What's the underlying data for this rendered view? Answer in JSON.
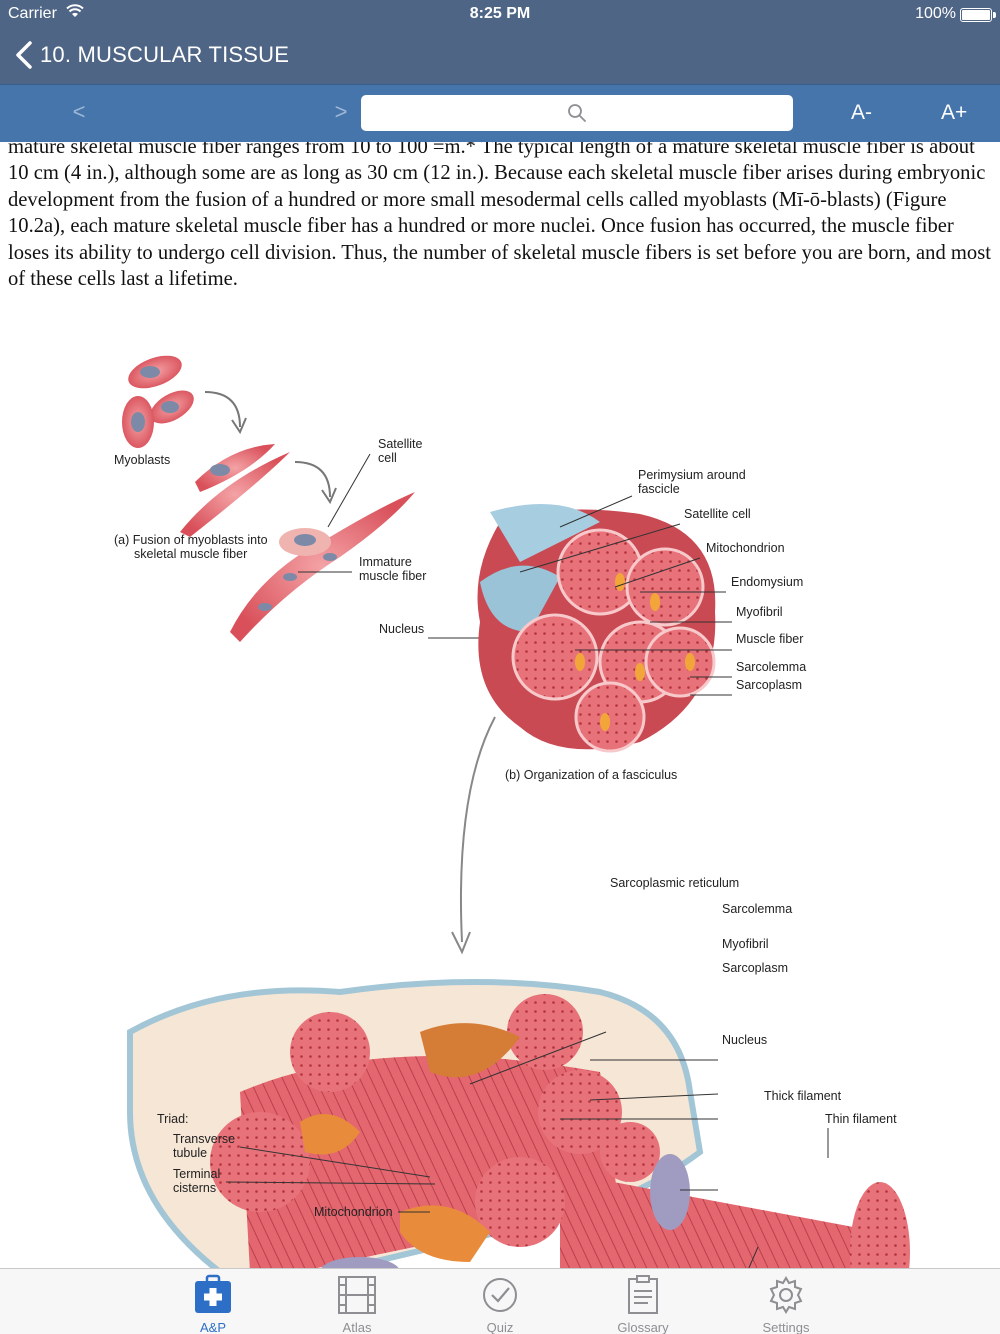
{
  "status_bar": {
    "carrier": "Carrier",
    "time": "8:25 PM",
    "battery": "100%"
  },
  "nav": {
    "title": "10. MUSCULAR TISSUE"
  },
  "toolbar": {
    "prev": "<",
    "next": ">",
    "search_placeholder": "",
    "font_smaller": "A-",
    "font_larger": "A+"
  },
  "content": {
    "paragraph": "mature skeletal muscle fiber ranges from 10 to 100 =m.* The typical length of a mature skeletal muscle fiber is about 10 cm (4 in.), although some are as long as 30 cm (12 in.). Because each skeletal muscle fiber arises during embryonic development from the fusion of a hundred or more small mesodermal cells called myoblasts (Mī-ō-blasts) (Figure 10.2a), each mature skeletal muscle fiber has a hundred or more nuclei. Once fusion has occurred, the muscle fiber loses its ability to undergo cell division. Thus, the number of skeletal muscle fibers is set before you are born, and most of these cells last a lifetime."
  },
  "figure": {
    "myoblasts": "Myoblasts",
    "satellite_cell_1": "Satellite",
    "satellite_cell_2": "cell",
    "fusion_caption_1": "(a) Fusion of myoblasts into",
    "fusion_caption_2": "skeletal muscle fiber",
    "immature_1": "Immature",
    "immature_2": "muscle fiber",
    "nucleus_a": "Nucleus",
    "perimysium_1": "Perimysium around",
    "perimysium_2": "fascicle",
    "satellite_b": "Satellite cell",
    "mitochondrion_b": "Mitochondrion",
    "endomysium": "Endomysium",
    "myofibril_b": "Myofibril",
    "muscle_fiber": "Muscle fiber",
    "sarcolemma_b": "Sarcolemma",
    "sarcoplasm_b": "Sarcoplasm",
    "fasciculus_caption": "(b) Organization of a fasciculus",
    "sarcoplasmic_reticulum": "Sarcoplasmic reticulum",
    "sarcolemma_c": "Sarcolemma",
    "myofibril_c": "Myofibril",
    "sarcoplasm_c": "Sarcoplasm",
    "nucleus_c": "Nucleus",
    "thick_filament": "Thick filament",
    "thin_filament": "Thin filament",
    "triad": "Triad:",
    "transverse_1": "Transverse",
    "transverse_2": "tubule",
    "terminal_1": "Terminal",
    "terminal_2": "cisterns",
    "mitochondrion_c": "Mitochondrion"
  },
  "tabs": [
    {
      "label": "A&P",
      "icon": "medical-kit-icon",
      "active": true
    },
    {
      "label": "Atlas",
      "icon": "film-strip-icon",
      "active": false
    },
    {
      "label": "Quiz",
      "icon": "checkmark-circle-icon",
      "active": false
    },
    {
      "label": "Glossary",
      "icon": "clipboard-icon",
      "active": false
    },
    {
      "label": "Settings",
      "icon": "gear-icon",
      "active": false
    }
  ],
  "colors": {
    "header": "#4f6585",
    "toolbar": "#4575ab",
    "tab_active": "#2d6fc7",
    "tab_inactive": "#8e8e93",
    "muscle_red": "#e2646c",
    "mitochondria_orange": "#e88b3a"
  }
}
